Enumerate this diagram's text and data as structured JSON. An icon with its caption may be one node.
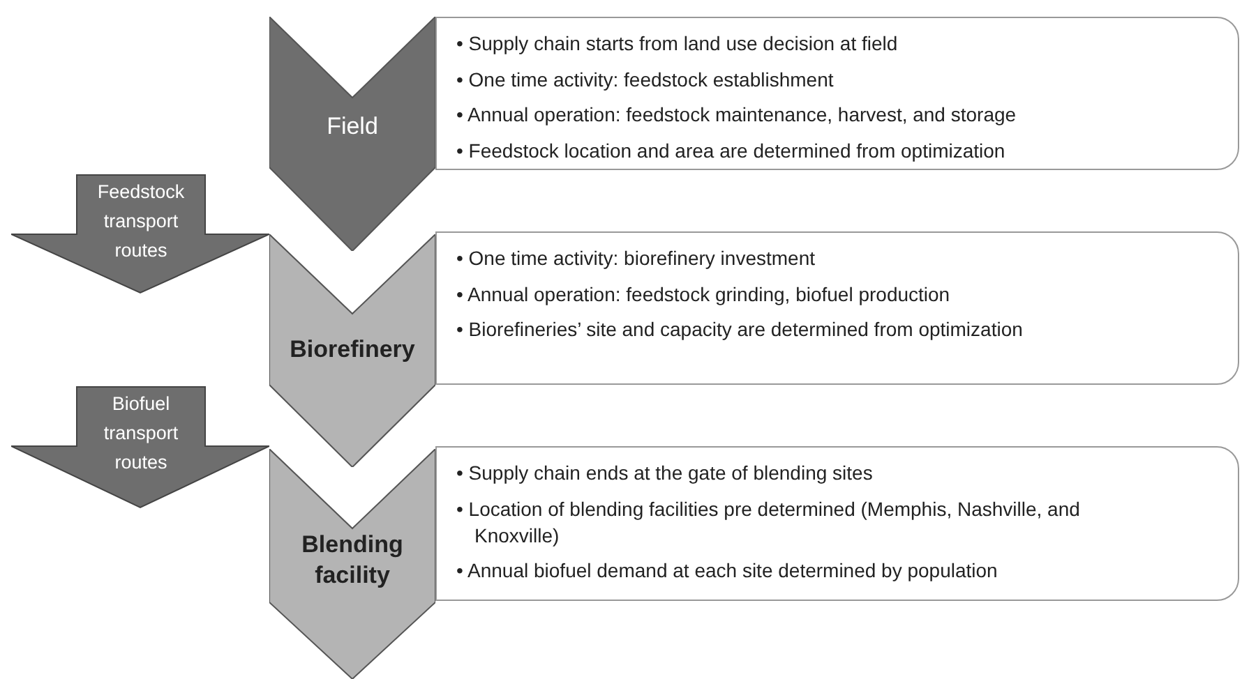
{
  "diagram": {
    "nodes": [
      {
        "text": [
          "Field"
        ]
      },
      {
        "text": [
          "• Supply chain starts from land use decision at field",
          "• One time activity: feedstock establishment",
          "• Annual operation: feedstock maintenance, harvest, and storage",
          "• Feedstock location and area are determined from optimization"
        ]
      },
      {
        "text": [
          "Feedstock transport routes"
        ]
      },
      {
        "text": [
          "Biorefinery"
        ]
      },
      {
        "text": [
          "• One time activity: biorefinery investment",
          "• Annual operation: feedstock grinding, biofuel production",
          "• Biorefineries’ site and capacity are determined from optimization"
        ]
      },
      {
        "text": [
          "Biofuel transport routes"
        ]
      },
      {
        "text": [
          "Blending facility"
        ]
      },
      {
        "text": [
          "• Supply chain ends at the gate of blending sites",
          "• Location of blending facilities pre determined (Memphis, Nashville, and Knoxville)",
          "• Annual biofuel demand at each site determined by population"
        ]
      }
    ]
  }
}
